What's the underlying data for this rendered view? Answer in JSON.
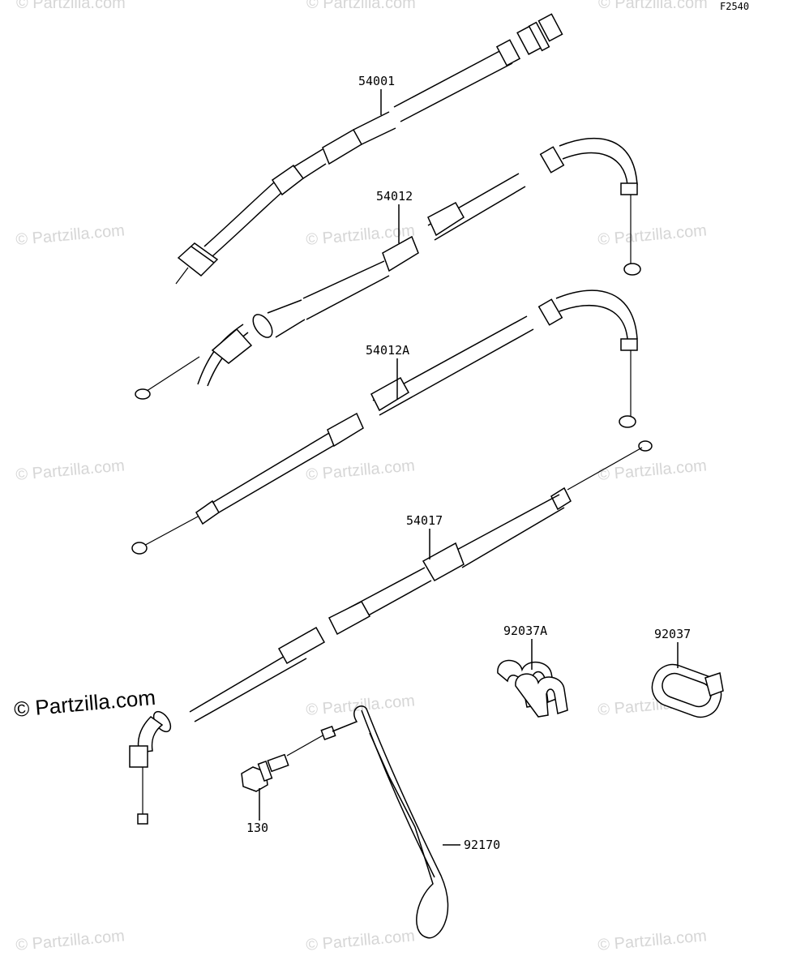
{
  "diagram_code": "F2540",
  "watermark_text": "© Partzilla.com",
  "main_watermark_text": "© Partzilla.com",
  "parts": [
    {
      "number": "54001"
    },
    {
      "number": "54012"
    },
    {
      "number": "54012A"
    },
    {
      "number": "54017"
    },
    {
      "number": "92037A"
    },
    {
      "number": "92037"
    },
    {
      "number": "130"
    },
    {
      "number": "92170"
    }
  ]
}
